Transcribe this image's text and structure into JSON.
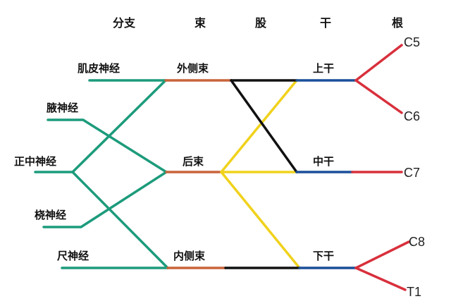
{
  "headers": {
    "branches": "分支",
    "cords": "束",
    "divisions": "股",
    "trunks": "干",
    "roots": "根"
  },
  "branches": {
    "musculocutaneous": "肌皮神经",
    "axillary": "腋神经",
    "median": "正中神经",
    "radial": "桡神经",
    "ulnar": "尺神经"
  },
  "cords": {
    "lateral": "外侧束",
    "posterior": "后束",
    "medial": "内侧束"
  },
  "trunks": {
    "upper": "上干",
    "middle": "中干",
    "lower": "下干"
  },
  "roots": {
    "c5": "C5",
    "c6": "C6",
    "c7": "C7",
    "c8": "C8",
    "t1": "T1"
  },
  "colors": {
    "branch": "#1c9b7b",
    "cord": "#c9643a",
    "division_anterior": "#111111",
    "division_posterior": "#f0d21c",
    "trunk": "#1a4f9a",
    "root": "#d8303c"
  }
}
